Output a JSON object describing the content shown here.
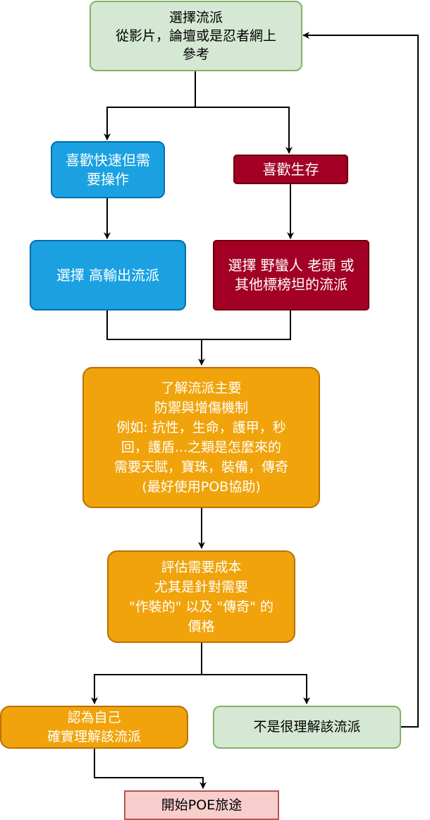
{
  "nodes": {
    "choose_build": "選擇流派\n從影片，論壇或是忍者網上\n參考",
    "like_fast": "喜歡快速但需\n要操作",
    "like_survive": "喜歡生存",
    "choose_dps": "選擇 高輸出流派",
    "choose_tank": "選擇 野蠻人 老頭 或\n其他標榜坦的流派",
    "understand_defense": "了解流派主要\n防禦與增傷機制\n例如: 抗性，生命，護甲，秒\n回，護盾...之類是怎麼來的\n需要天賦，寶珠，裝備，傳奇\n(最好使用POB協助)",
    "evaluate_cost": "評估需要成本\n尤其是針對需要\n\"作裝的\" 以及 \"傳奇\" 的\n價格",
    "understand_yes": "認為自己\n確實理解該流派",
    "understand_no": "不是很理解該流派",
    "start_journey": "開始POE旅途"
  },
  "colors": {
    "line": "#000000",
    "green_fill": "#d5e8d4",
    "green_stroke": "#82b366",
    "blue_fill": "#1ba1e2",
    "blue_stroke": "#006eaf",
    "red_fill": "#a20025",
    "red_stroke": "#6f0000",
    "orange_fill": "#f0a30a",
    "orange_stroke": "#bd7000",
    "pink_fill": "#f8cecc",
    "pink_stroke": "#b85450"
  }
}
